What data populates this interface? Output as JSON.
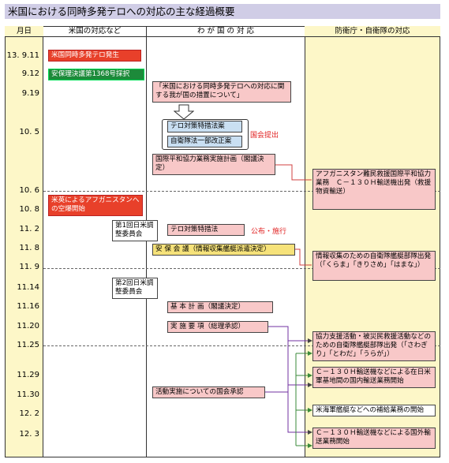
{
  "title": "米国における同時多発テロへの対応の主な経過概要",
  "headers": {
    "date": "月日",
    "us": "米国の対応など",
    "japan": "わ が 国 の 対 応",
    "jda": "防衛庁・自衛隊の対応"
  },
  "dates": [
    "13. 9.11",
    "9.12",
    "9.19",
    "10. 5",
    "10. 6",
    "10. 8",
    "11. 2",
    "11. 8",
    "11. 9",
    "11.14",
    "11.16",
    "11.20",
    "11.25",
    "11.29",
    "11.30",
    "12. 2",
    "12. 3"
  ],
  "us": {
    "terror": "米国同時多発テロ発生",
    "resolution": "安保理決議第1368号採択",
    "airstrike": "米英によるアフガニスタンへの空爆開始",
    "committee1": "第1回日米調整委員会",
    "committee2": "第2回日米調整委員会"
  },
  "japan": {
    "measures": "「米国における同時多発テロへの対応に関する我が国の措置について」",
    "bill1": "テロ対策特措法案",
    "bill2": "自衛隊法一部改正案",
    "submitted": "国会提出",
    "plan": "国際平和協力業務実施計画（閣議決定）",
    "law": "テロ対策特措法",
    "promulgated": "公布・施行",
    "security": "安 保 会 議（情報収集艦艇派遣決定）",
    "basic": "基 本 計 画（閣議決定）",
    "implementation": "実 施 要 項（総理承認）",
    "diet": "活動実施についての国会承認"
  },
  "jda": {
    "refugee": "アフガニスタン難民救援国際平和協力業務　Ｃ－１３０Ｈ輸送機出発（救援物資輸送）",
    "intel": "情報収集のための自衛隊艦艇部隊出発（「くらま」「きりさめ」「はまな」）",
    "support": "協力支援活動・被災民救援活動などのための自衛隊艦艇部隊出発（「さわぎり」「とわだ」「うらが」）",
    "c130": "Ｃ－１３０Ｈ輸送機などによる在日米軍基地間の国内輸送業務開始",
    "supply": "米海軍艦艇などへの補給業務の開始",
    "intl": "Ｃ－１３０Ｈ輸送機などによる国外輸送業務開始"
  }
}
